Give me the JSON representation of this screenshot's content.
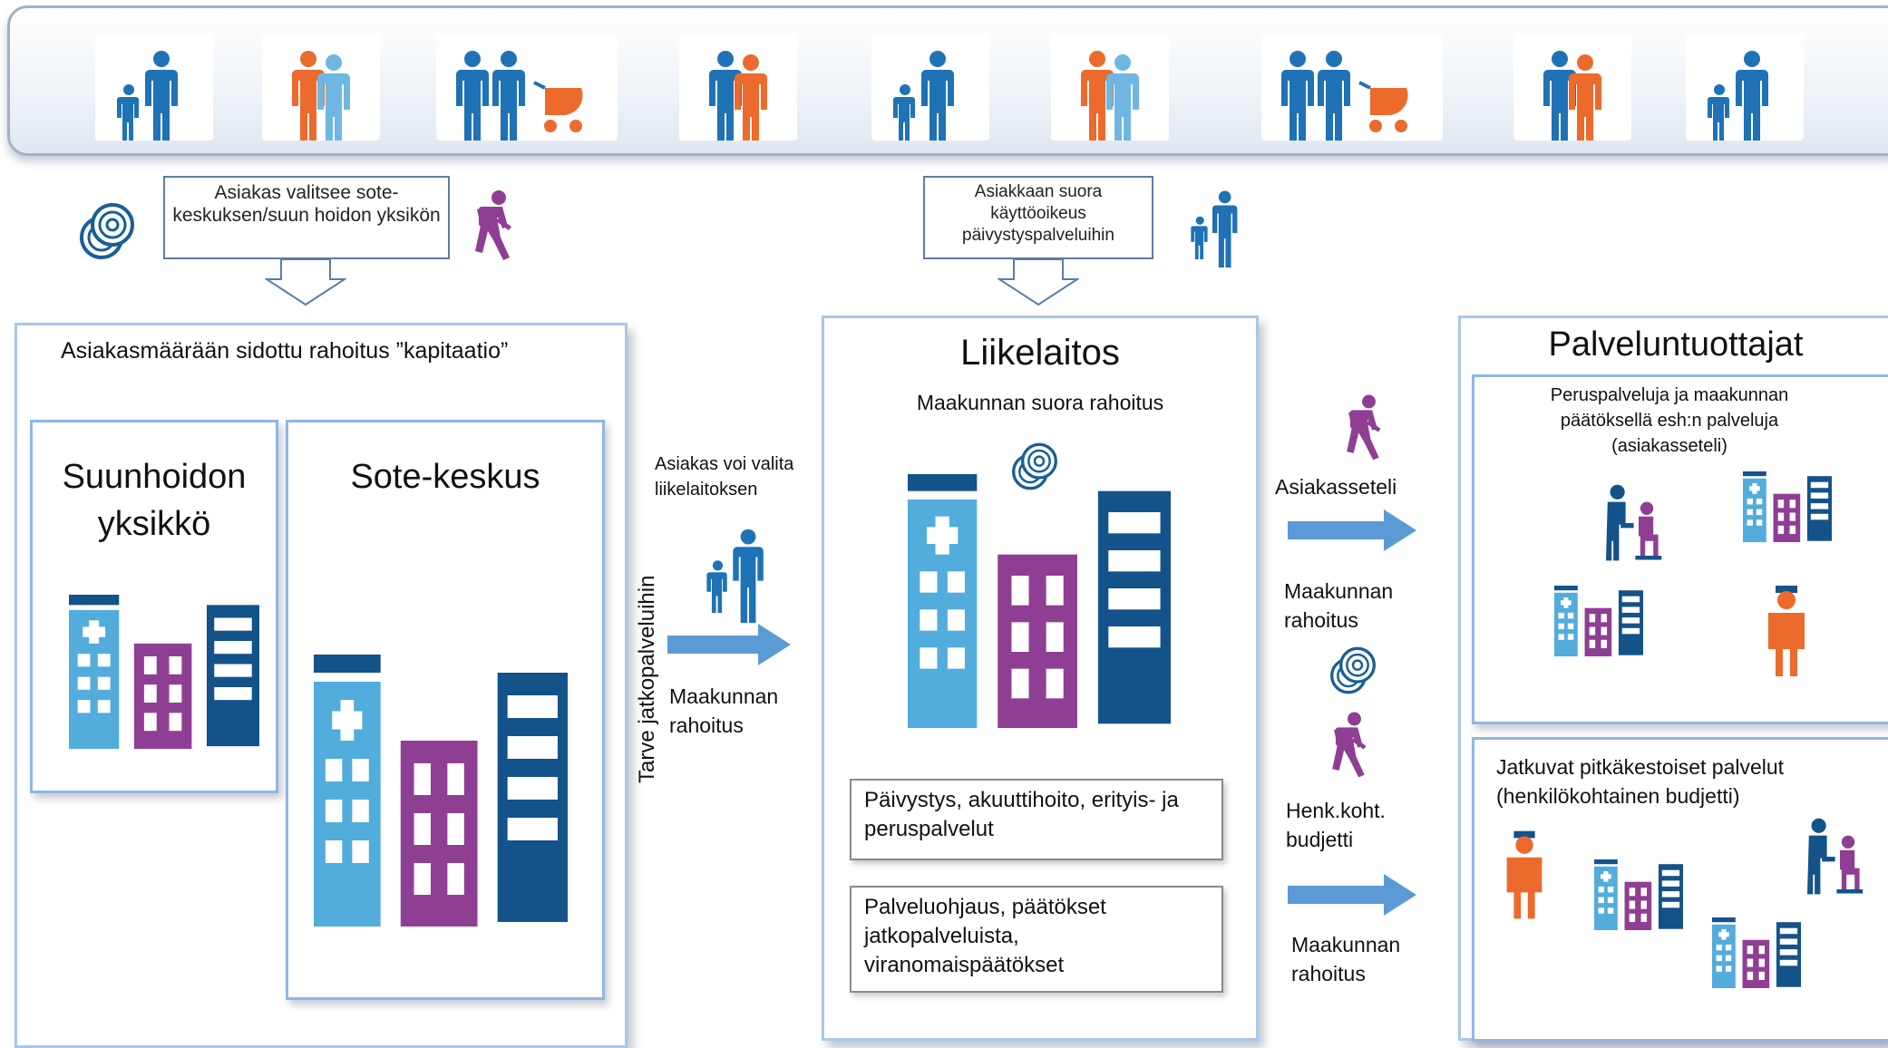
{
  "callouts": {
    "left": "Asiakas valitsee sote-keskuksen/suun hoidon yksikön",
    "middle": "Asiakkaan suora käyttöoikeus päivystyspalveluihin"
  },
  "left_panel": {
    "title": "Asiakasmäärään sidottu rahoitus ”kapitaatio”",
    "dental_unit": "Suunhoidon yksikkö",
    "sote_center": "Sote-keskus"
  },
  "middle_flow": {
    "vertical_label": "Tarve jatkopalveluihin",
    "choice_text": "Asiakas voi valita liikelaitoksen",
    "funding": "Maakunnan rahoitus"
  },
  "center_panel": {
    "title": "Liikelaitos",
    "subtitle": "Maakunnan suora rahoitus",
    "box1": "Päivystys, akuuttihoito, erityis- ja peruspalvelut",
    "box2": "Palveluohjaus, päätökset jatkopalveluista, viranomaispäätökset"
  },
  "right_flow": {
    "voucher": "Asiakasseteli",
    "funding1": "Maakunnan rahoitus",
    "personal_budget": "Henk.koht. budjetti",
    "funding2": "Maakunnan rahoitus"
  },
  "right_panel": {
    "title": "Palveluntuottajat",
    "upper_text": "Peruspalveluja ja maakunnan päätöksellä esh:n palveluja (asiakasseteli)",
    "lower_text": "Jatkuvat pitkäkestoiset palvelut (henkilökohtainen budjetti)"
  },
  "icons": {
    "banner": [
      "adult-child-icon",
      "elderly-caregiver-icon",
      "couple-stroller-icon",
      "mother-baby-icon",
      "adult-child-icon",
      "elderly-caregiver-icon",
      "couple-stroller-icon",
      "mother-baby-icon",
      "adult-child-icon"
    ]
  },
  "colors": {
    "blue_dark": "#0d5fa0",
    "blue_light": "#52acdc",
    "purple": "#8f3f93",
    "orange": "#ec6a2c",
    "building_navy": "#14528a",
    "arrow": "#5b9bd5"
  }
}
